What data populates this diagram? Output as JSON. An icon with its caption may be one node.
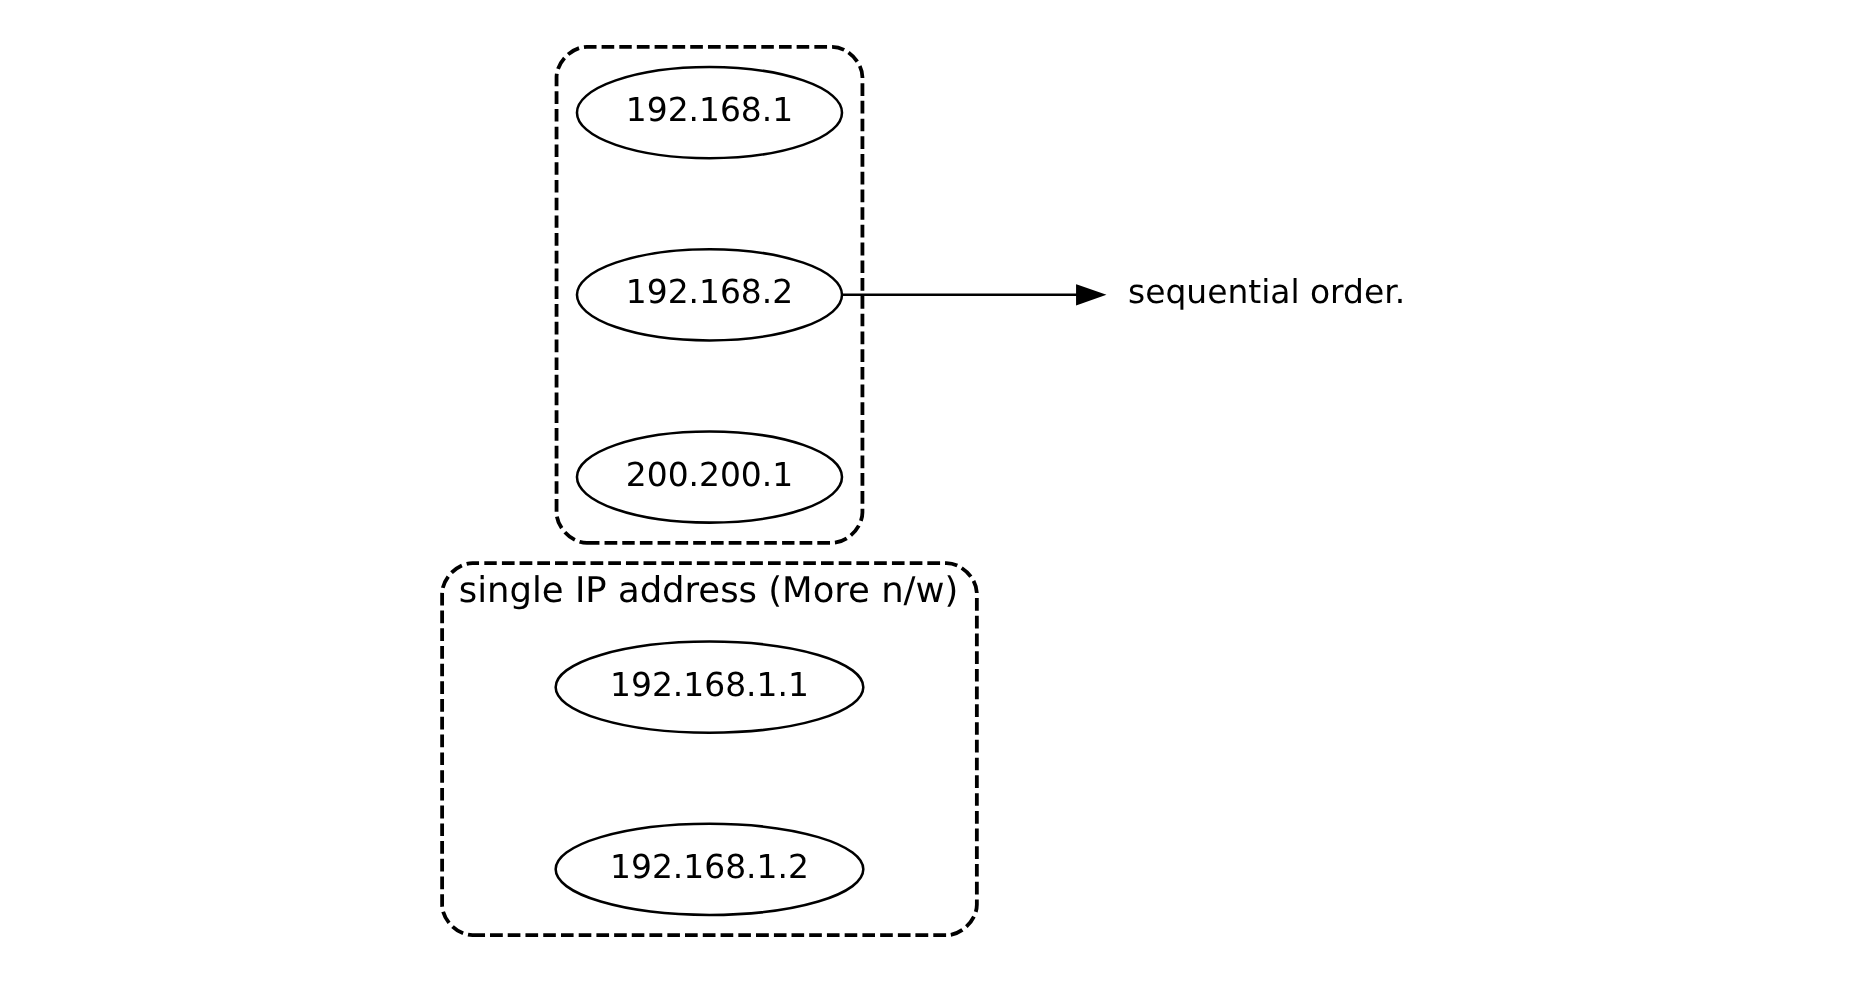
{
  "diagram": {
    "nodes": [
      {
        "text": [],
        "shape": "cloud",
        "beside": [
          "single IP address (More n/w)"
        ]
      },
      {
        "text": [
          "192.168.1.1"
        ],
        "in": 0
      },
      {
        "text": [
          "192.168.1.2"
        ],
        "in": 0
      },
      {
        "text": [],
        "shape": "cloud"
      },
      {
        "text": [
          "192.168.1"
        ],
        "in": 3
      },
      {
        "text": [
          "192.168.2"
        ],
        "in": 3
      },
      {
        "text": [
          "200.200.1"
        ],
        "in": 3
      },
      {
        "text": [
          "sequential order."
        ]
      }
    ],
    "edges": [
      {
        "from": 5,
        "to": 7,
        "arrow": "to"
      }
    ]
  }
}
